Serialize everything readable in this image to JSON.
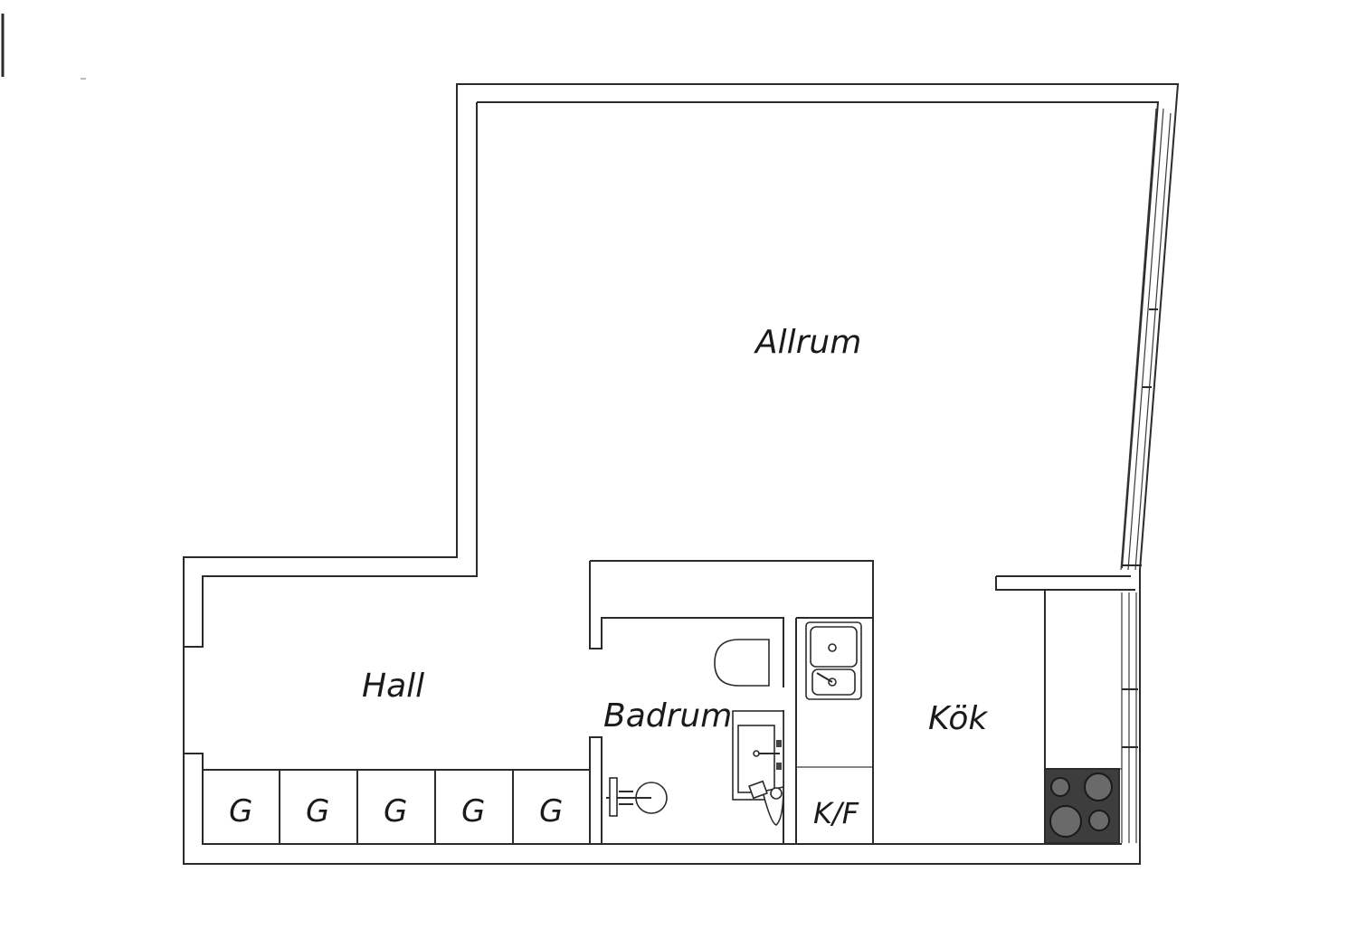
{
  "rooms": {
    "allrum": "Allrum",
    "hall": "Hall",
    "badrum": "Badrum",
    "kok": "Kök",
    "kf": "K/F"
  },
  "wardrobes": [
    "G",
    "G",
    "G",
    "G",
    "G"
  ],
  "colors": {
    "line": "#2b2b2b",
    "stove_top": "#3d3d3d",
    "background": "#ffffff"
  }
}
